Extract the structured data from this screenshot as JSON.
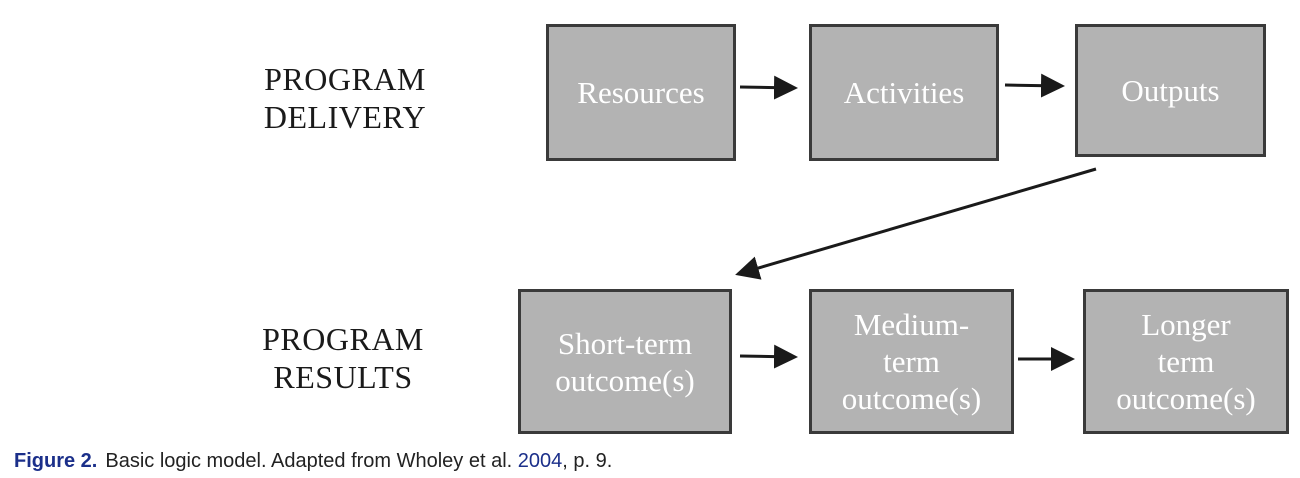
{
  "labels": {
    "delivery": [
      "PROGRAM",
      "DELIVERY"
    ],
    "results": [
      "PROGRAM",
      "RESULTS"
    ]
  },
  "boxes": {
    "resources": [
      "Resources"
    ],
    "activities": [
      "Activities"
    ],
    "outputs": [
      "Outputs"
    ],
    "short_term": [
      "Short-term",
      "outcome(s)"
    ],
    "medium_term": [
      "Medium-",
      "term",
      "outcome(s)"
    ],
    "longer_term": [
      "Longer",
      "term",
      "outcome(s)"
    ]
  },
  "caption": {
    "figure": "Figure 2.",
    "text_before": "Basic logic model. Adapted from Wholey et al. ",
    "year": "2004",
    "text_after": ", p. 9."
  },
  "colors": {
    "box_fill": "#b3b3b3",
    "box_border": "#3a3a3a",
    "box_text": "#ffffff",
    "caption_accent": "#1b2f8a"
  }
}
